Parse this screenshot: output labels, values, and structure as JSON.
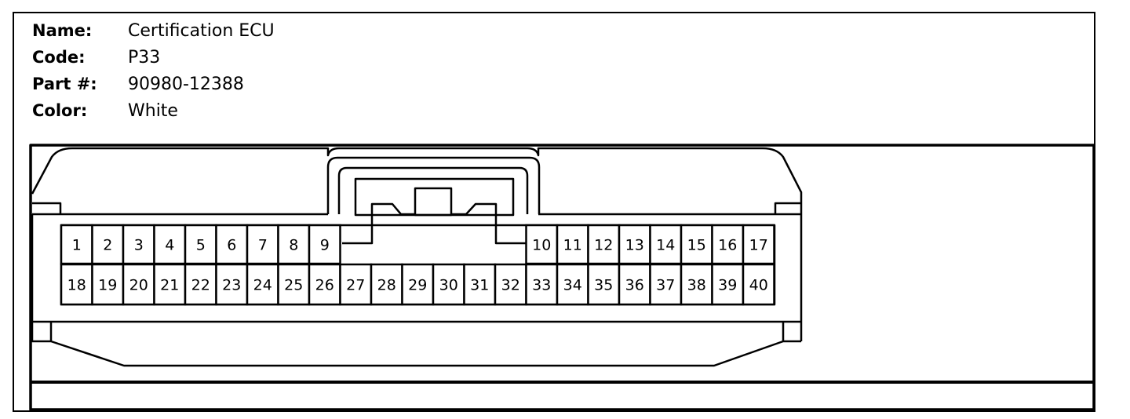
{
  "connector": {
    "fields": [
      {
        "label": "Name:",
        "value": "Certification ECU"
      },
      {
        "label": "Code:",
        "value": "P33"
      },
      {
        "label": "Part #:",
        "value": "90980-12388"
      },
      {
        "label": "Color:",
        "value": "White"
      }
    ]
  },
  "pins": {
    "top_row": [
      [
        "1",
        "2",
        "3",
        "4",
        "5",
        "6",
        "7",
        "8",
        "9"
      ],
      [
        "10",
        "11",
        "12",
        "13",
        "14",
        "15",
        "16",
        "17"
      ]
    ],
    "bottom_row": [
      "18",
      "19",
      "20",
      "21",
      "22",
      "23",
      "24",
      "25",
      "26",
      "27",
      "28",
      "29",
      "30",
      "31",
      "32",
      "33",
      "34",
      "35",
      "36",
      "37",
      "38",
      "39",
      "40"
    ]
  },
  "colors": {
    "line": "#000000",
    "background": "#ffffff"
  }
}
